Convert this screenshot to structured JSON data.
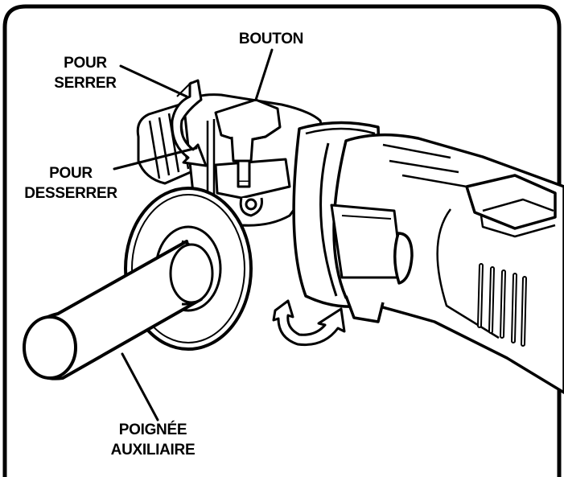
{
  "labels": {
    "bouton": "BOUTON",
    "pour_serrer_line1": "POUR",
    "pour_serrer_line2": "SERRER",
    "pour_desserrer_line1": "POUR",
    "pour_desserrer_line2": "DESSERRER",
    "poignee_line1": "POIGNÉE",
    "poignee_line2": "AUXILIAIRE"
  },
  "colors": {
    "ink": "#000000",
    "paper": "#ffffff"
  }
}
